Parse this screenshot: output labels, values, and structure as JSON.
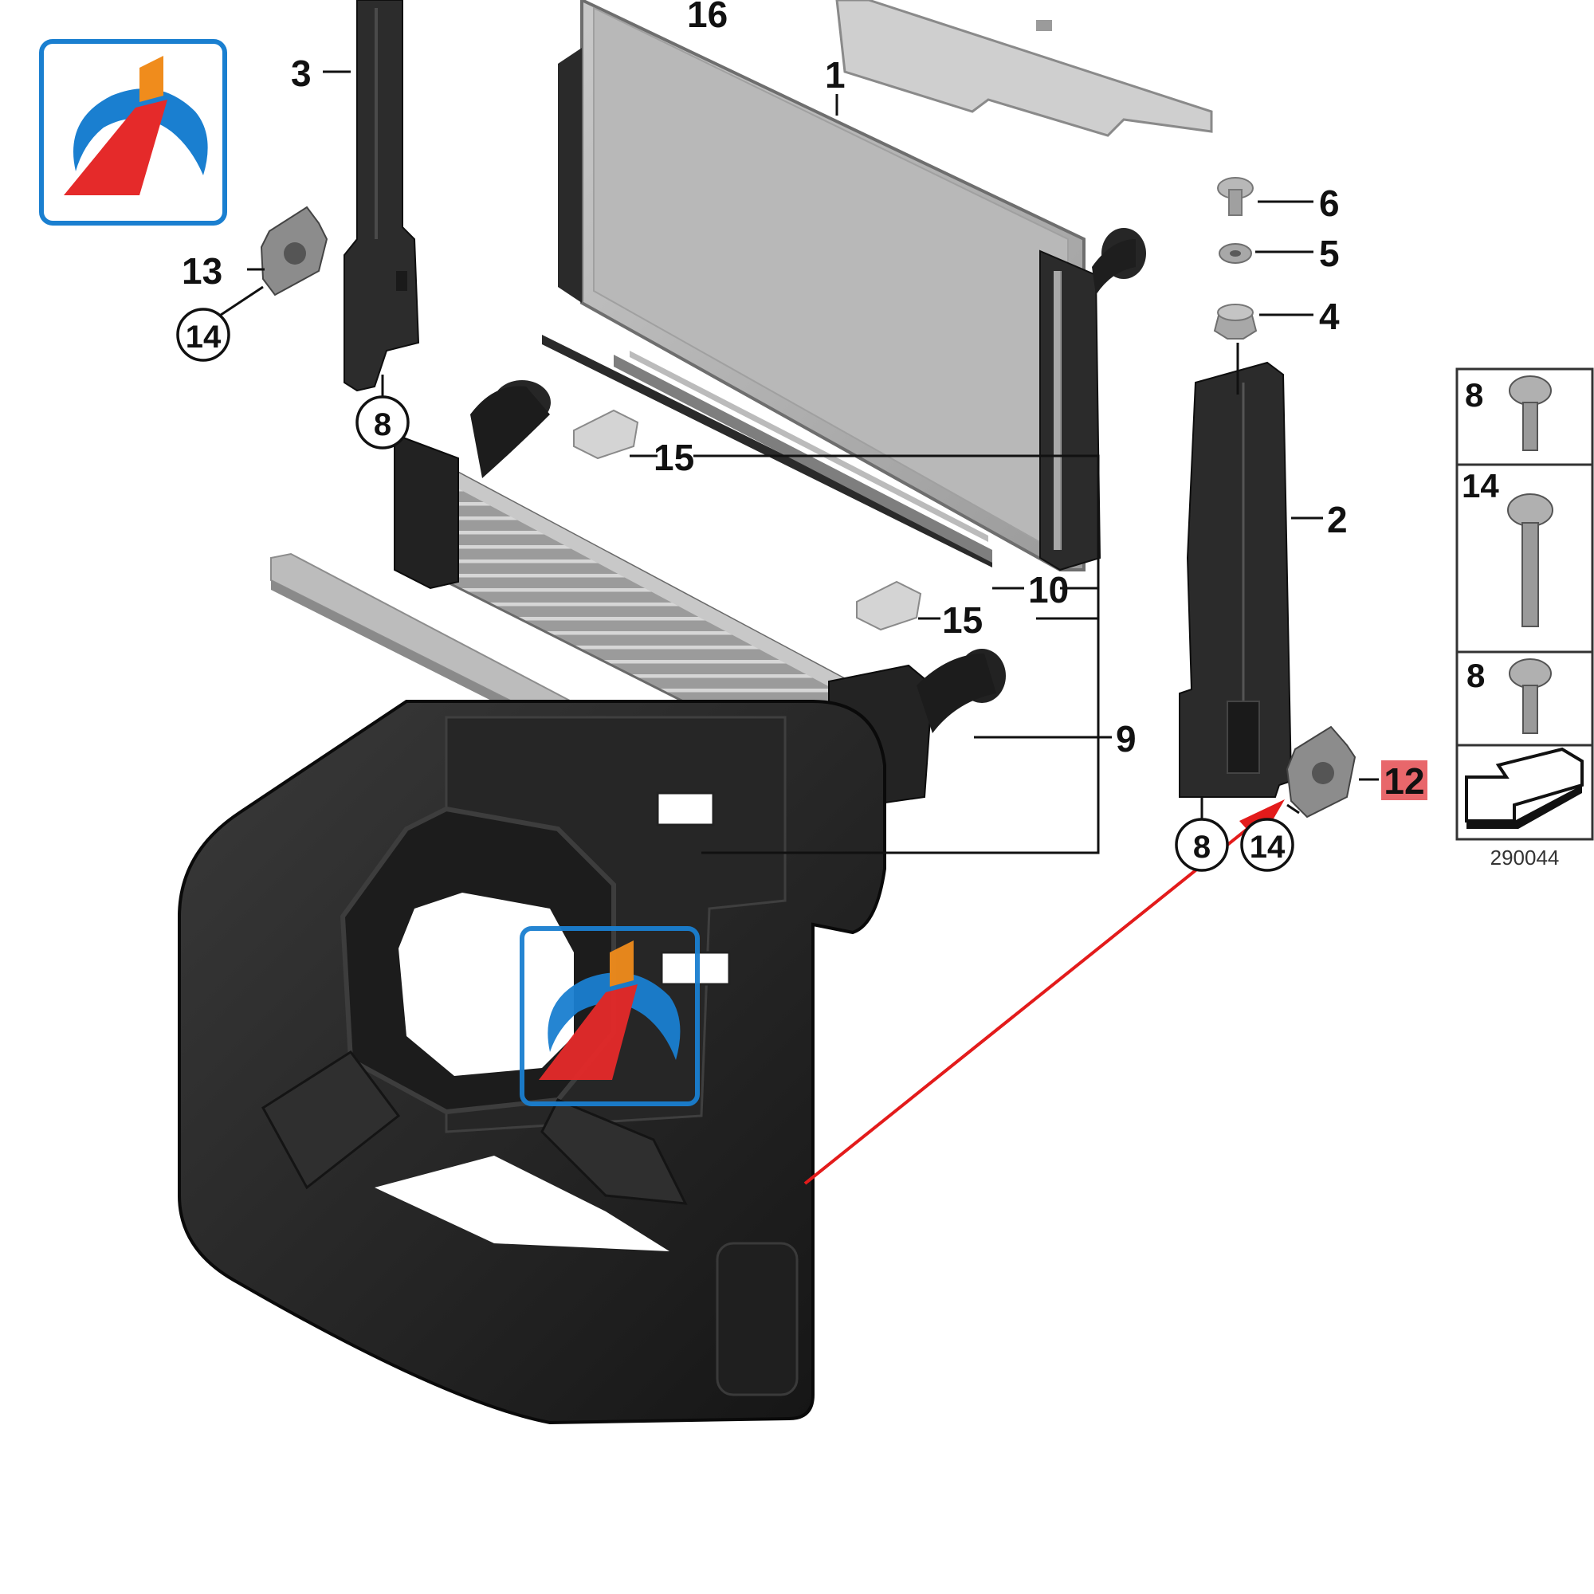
{
  "diagram": {
    "callouts": {
      "c16": "16",
      "c1": "1",
      "c3": "3",
      "c6": "6",
      "c5": "5",
      "c4": "4",
      "c13": "13",
      "c14_left": "14",
      "c8_left": "8",
      "c15_top": "15",
      "c2": "2",
      "c10": "10",
      "c15_bottom": "15",
      "c9": "9",
      "c12": "12",
      "c8_right": "8",
      "c14_right": "14"
    },
    "legend": [
      {
        "label": "8",
        "part": "screw"
      },
      {
        "label": "14",
        "part": "long-screw"
      },
      {
        "label": "8",
        "part": "screw"
      }
    ],
    "diagram_number": "290044",
    "highlight_color": "#e8676b",
    "arrow_color": "#e31b1b",
    "logo_colors": {
      "frame": "#1a7fd0",
      "swoosh": "#1a7fd0",
      "accent_red": "#e52a2a",
      "accent_orange": "#f08c1c"
    }
  }
}
